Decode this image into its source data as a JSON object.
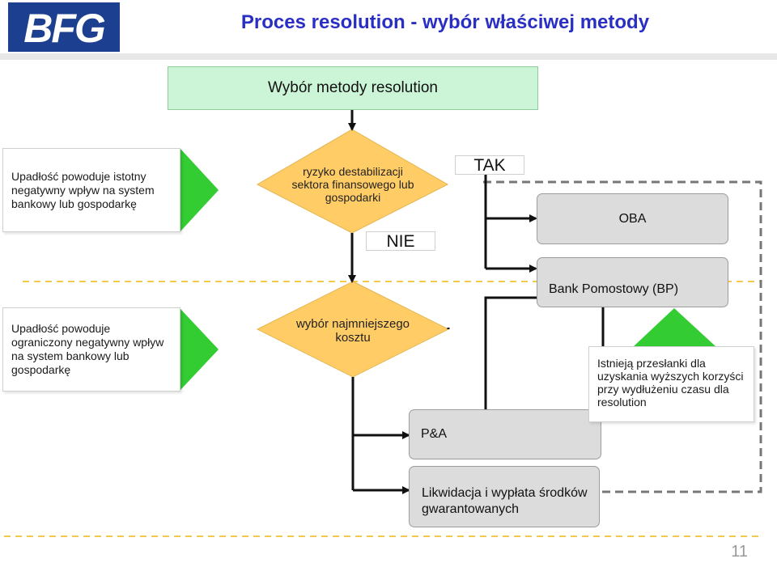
{
  "logo_text": "BFG",
  "title": "Proces resolution - wybór właściwej metody",
  "method_box": "Wybór metody resolution",
  "condition_top": "Upadłość powoduje istotny negatywny wpływ na system bankowy lub gospodarkę",
  "condition_bottom": "Upadłość powoduje ograniczony negatywny wpływ na system bankowy lub gospodarkę",
  "decision_top": "ryzyko destabilizacji sektora finansowego lub gospodarki",
  "decision_bottom": "wybór najmniejszego kosztu",
  "label_yes": "TAK",
  "label_no": "NIE",
  "options": {
    "oba": "OBA",
    "bp": "Bank Pomostowy (BP)",
    "pa": "P&A",
    "liquidation": "Likwidacja i wypłata środków gwarantowanych"
  },
  "note": "Istnieją przesłanki dla uzyskania wyższych korzyści przy wydłużeniu czasu dla resolution",
  "page_number": "11",
  "colors": {
    "title": "#2a2fc4",
    "green_arrow": "#33cc33",
    "diamond": "#ffcc66",
    "method_box": "#ccf5d8",
    "dashed": "#f2c94c"
  }
}
